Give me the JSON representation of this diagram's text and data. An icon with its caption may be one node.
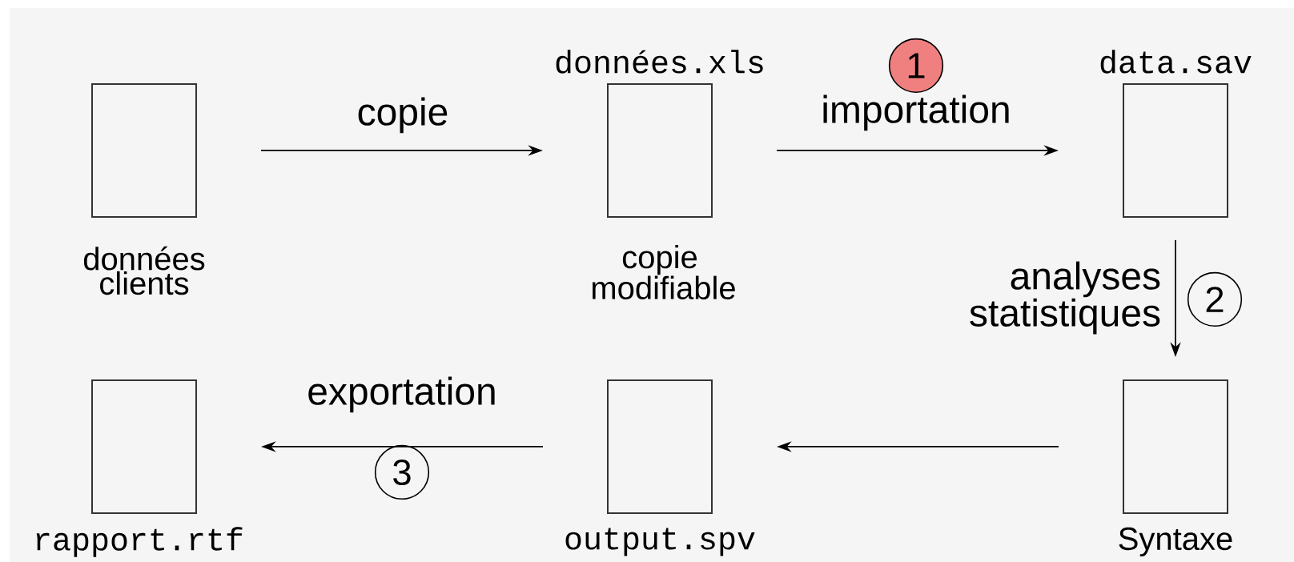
{
  "diagram": {
    "nodes": [
      {
        "text": [
          "données clients"
        ]
      },
      {
        "text": [
          "données.xls",
          "copie modifiable"
        ]
      },
      {
        "text": [
          "data.sav"
        ]
      },
      {
        "text": [
          "Syntaxe"
        ]
      },
      {
        "text": [
          "output.spv"
        ]
      },
      {
        "text": [
          "rapport.rtf"
        ]
      }
    ],
    "edges": [
      {
        "from": 0,
        "to": 1,
        "arrow": "to",
        "label": "copie"
      },
      {
        "from": 1,
        "to": 2,
        "arrow": "to",
        "label": "importation"
      },
      {
        "from": 2,
        "to": 3,
        "arrow": "to",
        "label": "analyses statistiques"
      },
      {
        "from": 3,
        "to": 4,
        "arrow": "to"
      },
      {
        "from": 4,
        "to": 5,
        "arrow": "to",
        "label": "exportation"
      }
    ],
    "labels": [
      "1",
      "2",
      "3"
    ]
  }
}
